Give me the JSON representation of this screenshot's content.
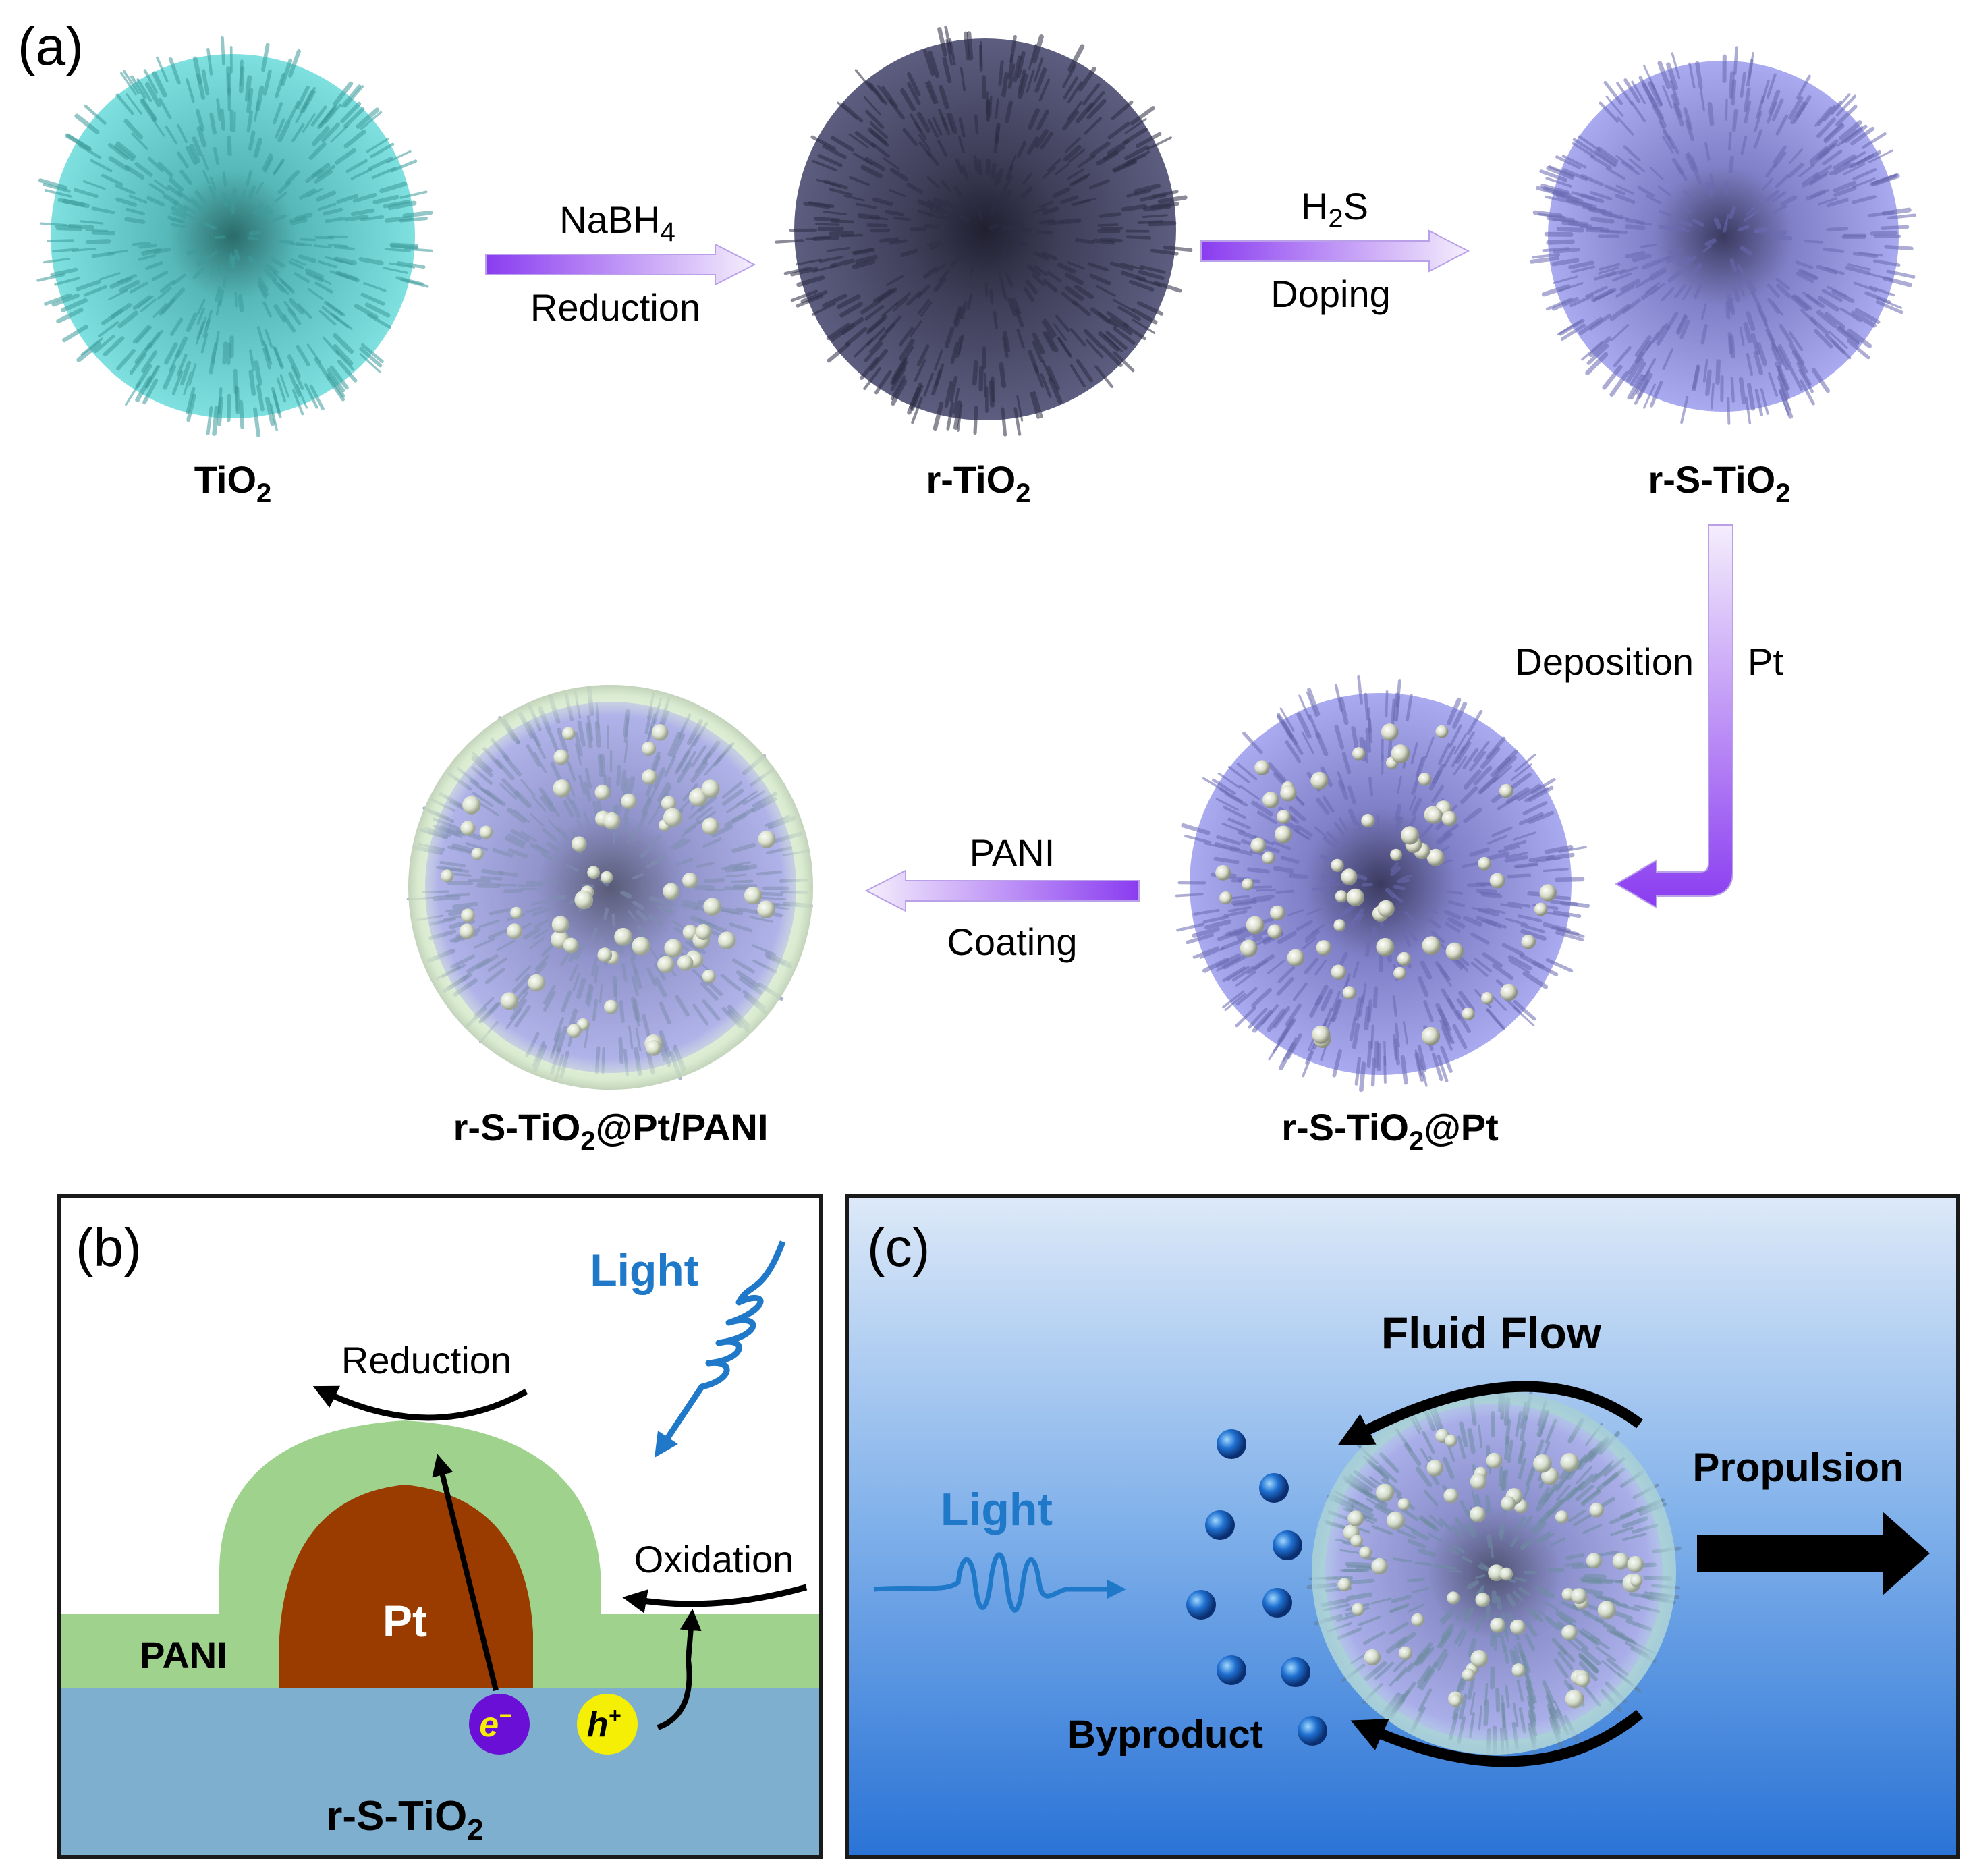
{
  "panel_a": {
    "label": "(a)",
    "materials": {
      "tio2": {
        "base": "TiO",
        "sub": "2"
      },
      "r_tio2": {
        "base": "r-TiO",
        "sub": "2"
      },
      "r_s_tio2": {
        "base": "r-S-TiO",
        "sub": "2"
      },
      "r_s_tio2_pt": {
        "base": "r-S-TiO",
        "sub": "2",
        "tail": "@Pt"
      },
      "r_s_tio2_pt_pani": {
        "base": "r-S-TiO",
        "sub": "2",
        "tail": "@Pt/PANI"
      }
    },
    "steps": {
      "step1": {
        "reagent_base": "NaBH",
        "reagent_sub": "4",
        "process": "Reduction"
      },
      "step2": {
        "reagent_base": "H",
        "reagent_sub": "2",
        "reagent_tail": "S",
        "process": "Doping"
      },
      "step3": {
        "left": "Deposition",
        "right": "Pt"
      },
      "step4": {
        "reagent": "PANI",
        "process": "Coating"
      }
    }
  },
  "panel_b": {
    "label": "(b)",
    "light": "Light",
    "reduction": "Reduction",
    "oxidation": "Oxidation",
    "pt": "Pt",
    "pani": "PANI",
    "substrate_base": "r-S-TiO",
    "substrate_sub": "2",
    "electron": {
      "base": "e",
      "sup": "−"
    },
    "hole": {
      "base": "h",
      "sup": "+"
    }
  },
  "panel_c": {
    "label": "(c)",
    "fluid_flow": "Fluid Flow",
    "propulsion": "Propulsion",
    "light": "Light",
    "byproduct": "Byproduct"
  },
  "colors": {
    "tio2": "#6fd3d3",
    "r_tio2": "#4e4e6e",
    "r_s_tio2": "#9a9ae0",
    "pani": "#9fd38d",
    "pt": "#9a3b00",
    "substrate": "#7fafcf",
    "light_blue": "#1f78c8",
    "electron": "#6a0fd6",
    "hole": "#f5ee05"
  }
}
